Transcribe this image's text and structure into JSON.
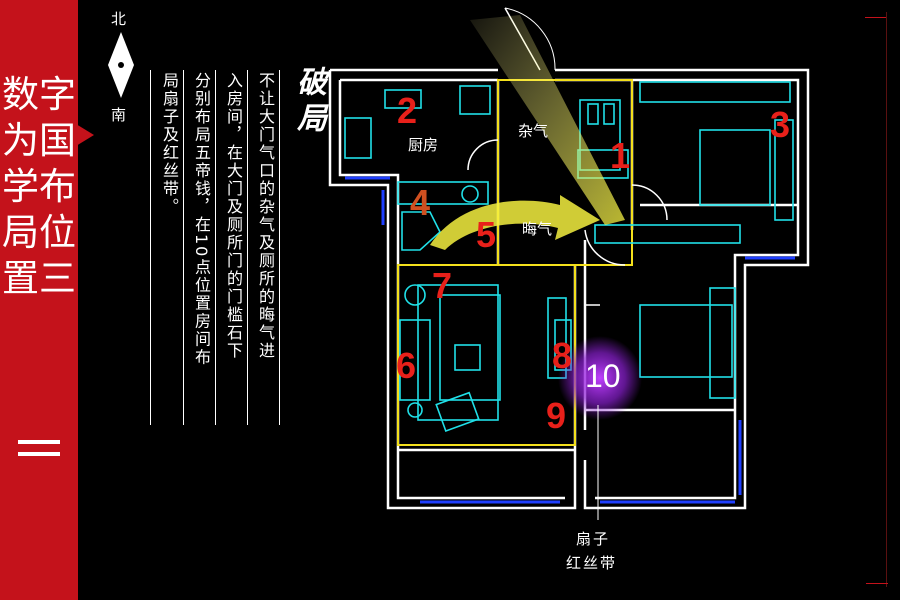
{
  "sidebar": {
    "title": "数字为国学布局位置三"
  },
  "compass": {
    "north": "北",
    "south": "南"
  },
  "heading": "破局",
  "text_columns": [
    "不让大门气口的杂气及厕所的晦气进",
    "入房间，在大门及厕所门的门槛石下",
    "分别布局五帝钱，在10点位置房间布",
    "局扇子及红丝带。"
  ],
  "rooms": {
    "kitchen": "厨房",
    "zaqi": "杂气",
    "huiqi": "晦气"
  },
  "markers": [
    "1",
    "2",
    "3",
    "4",
    "5",
    "6",
    "7",
    "8",
    "9",
    "10"
  ],
  "bottom_label": {
    "line1": "扇子",
    "line2": "红丝带"
  },
  "colors": {
    "accent": "#c4121b",
    "wall": "#ffffff",
    "furniture": "#20e0e8",
    "zone": "#f4e01c",
    "number": "#e8201a",
    "glow": "#a020f0"
  }
}
